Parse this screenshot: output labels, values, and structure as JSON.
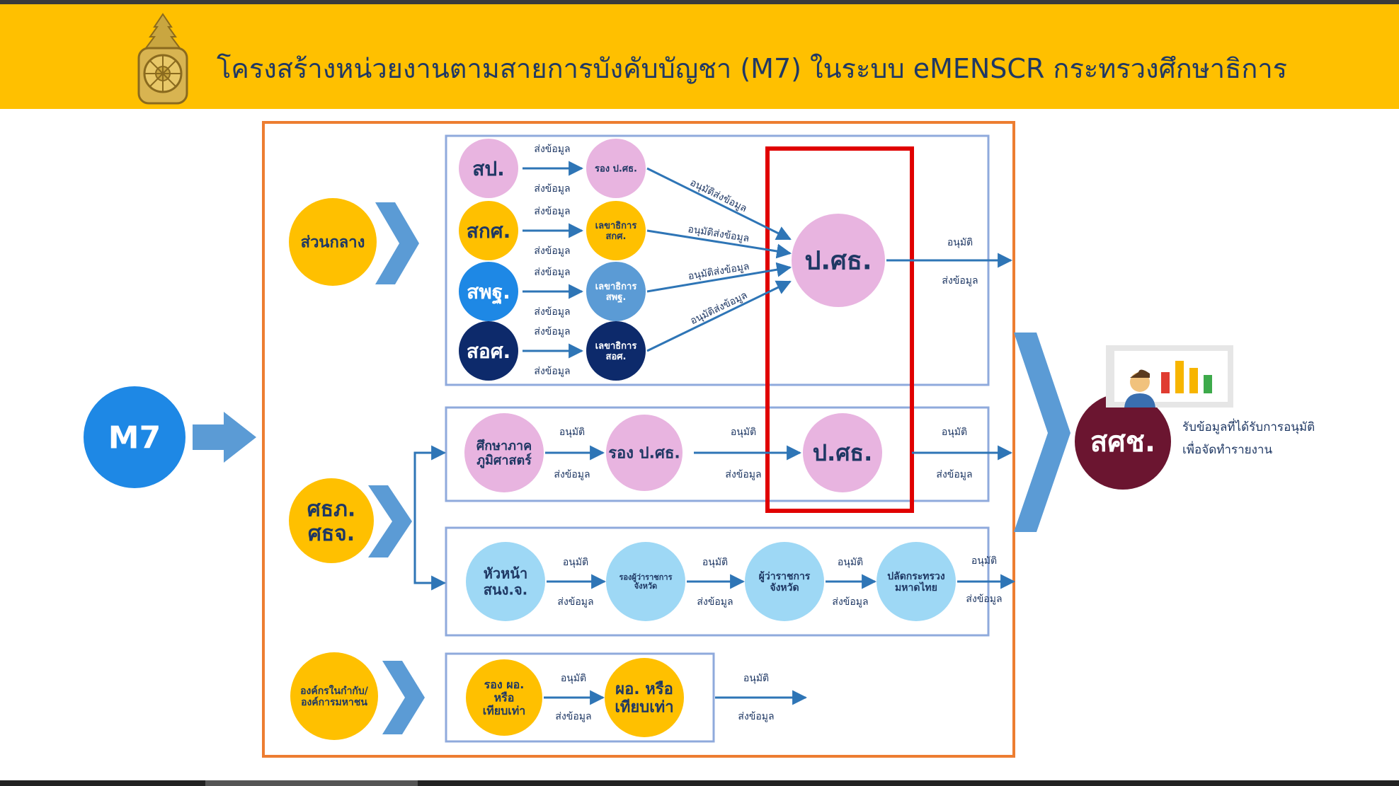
{
  "header": {
    "title": "โครงสร้างหน่วยงานตามสายการบังคับบัญชา (M7) ในระบบ eMENSCR   กระทรวงศึกษาธิการ",
    "background": "#FFC000",
    "title_color": "#1F3864"
  },
  "root": {
    "label": "M7",
    "color": "#1E88E5"
  },
  "groups": {
    "central": "ส่วนกลาง",
    "regional": "ศธภ.\nศธจ.",
    "org": "องค์กรในกำกับ/\nองค์การมหาชน"
  },
  "central_rows": [
    {
      "agency": "สป.",
      "agency_color": "#E8B4E0",
      "deputy": "รอง ป.ศธ."
    },
    {
      "agency": "สกศ.",
      "agency_color": "#FFC000",
      "deputy": "เลขาธิการ\nสกศ."
    },
    {
      "agency": "สพฐ.",
      "agency_color": "#1E88E5",
      "deputy": "เลขาธิการ\nสพฐ."
    },
    {
      "agency": "สอศ.",
      "agency_color": "#0D2A6B",
      "deputy": "เลขาธิการ\nสอศ."
    }
  ],
  "central_target": "ป.ศธ.",
  "regional_row": [
    "ศึกษาภาค\nภูมิศาสตร์",
    "รอง ป.ศธ.",
    "ป.ศธ."
  ],
  "provincial_row": [
    "หัวหน้า\nสนง.จ.",
    "รองผู้ว่าราชการ\nจังหวัด",
    "ผู้ว่าราชการ\nจังหวัด",
    "ปลัดกระทรวง\nมหาดไทย"
  ],
  "org_row": [
    "รอง ผอ.\nหรือ\nเทียบเท่า",
    "ผอ. หรือ\nเทียบเท่า"
  ],
  "edge_labels": {
    "send": "ส่งข้อมูล",
    "approve": "อนุมัติ",
    "approve_send": "อนุมัติส่งข้อมูล"
  },
  "final": {
    "label": "สศช.",
    "color": "#6B1530",
    "caption_line1": "รับข้อมูลที่ได้รับการอนุมัติ",
    "caption_line2": "เพื่อจัดทำรายงาน"
  },
  "colors": {
    "frame": "#ED7D31",
    "highlight": "#E00000",
    "arrow": "#2E75B6",
    "chevron": "#5B9BD5",
    "pink": "#E8B4E0",
    "yellow": "#FFC000",
    "light_blue": "#9ED8F5"
  }
}
